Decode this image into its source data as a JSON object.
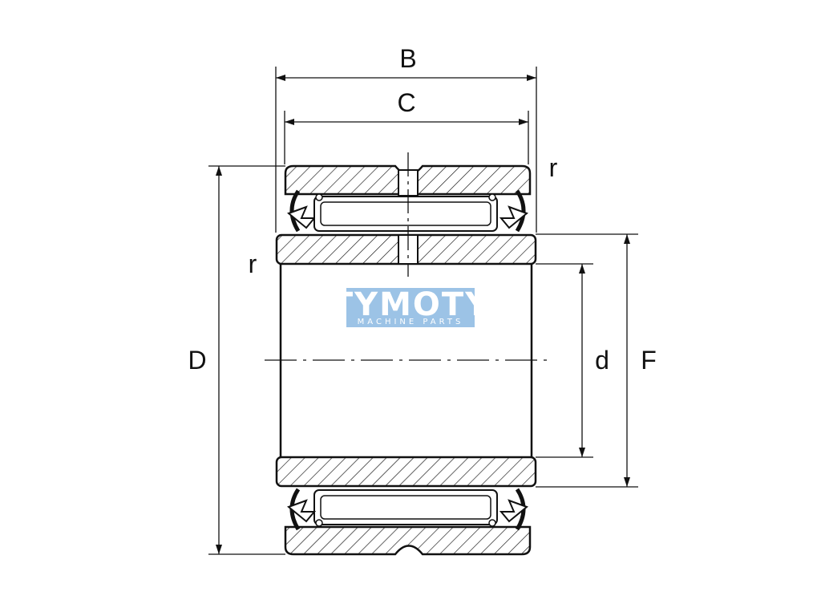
{
  "labels": {
    "B": "B",
    "C": "C",
    "D": "D",
    "d": "d",
    "F": "F",
    "r_top": "r",
    "r_left": "r"
  },
  "watermark": {
    "brand": "TYMOTY",
    "subtitle": "MACHINE PARTS",
    "color": "#9cc3e6"
  },
  "colors": {
    "line": "#111111",
    "background": "#ffffff"
  }
}
